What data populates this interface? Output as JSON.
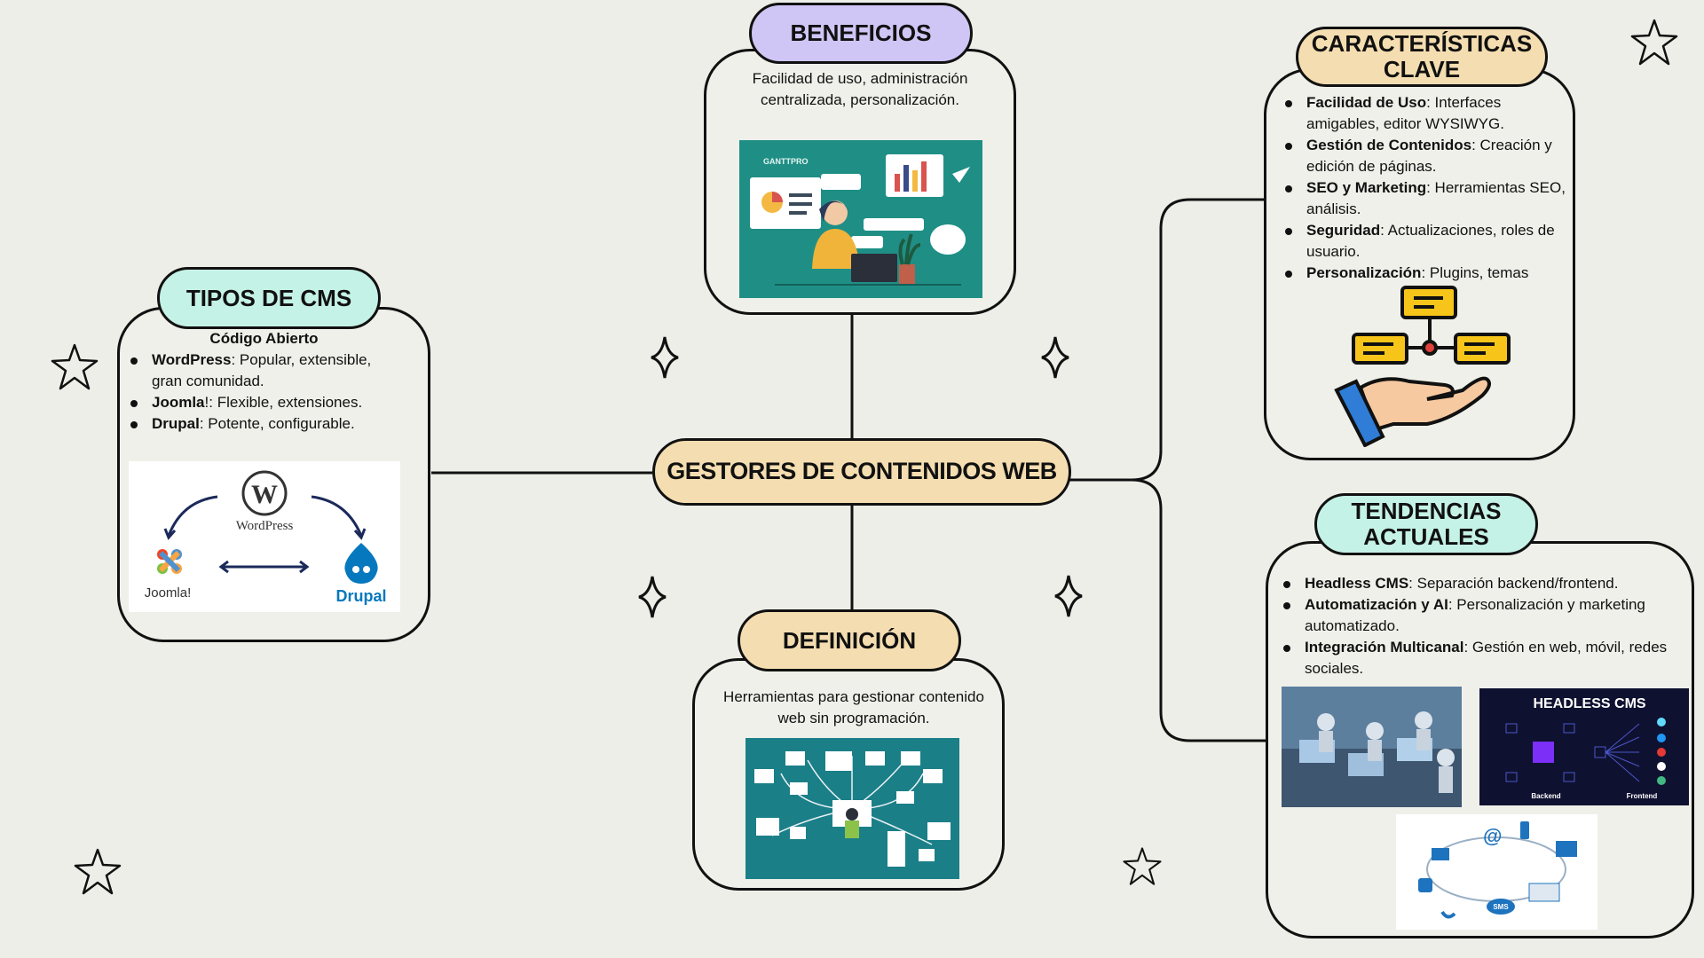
{
  "center": {
    "title": "GESTORES DE CONTENIDOS WEB"
  },
  "beneficios": {
    "title": "BENEFICIOS",
    "text": "Facilidad de uso, administración centralizada, personalización.",
    "image": {
      "brand": "GANTTPRO"
    }
  },
  "tipos": {
    "title": "TIPOS DE CMS",
    "subtitle": "Código Abierto",
    "items": [
      {
        "name": "WordPress",
        "desc": ": Popular, extensible, gran comunidad."
      },
      {
        "name": "Joomla",
        "desc": "!: Flexible, extensiones."
      },
      {
        "name": "Drupal",
        "desc": ": Potente, configurable."
      }
    ],
    "image": {
      "wordpress": "WordPress",
      "joomla": "Joomla!",
      "drupal": "Drupal"
    }
  },
  "definicion": {
    "title": "DEFINICIÓN",
    "text": "Herramientas para gestionar contenido web sin programación."
  },
  "caracteristicas": {
    "title_line1": "CARACTERÍSTICAS",
    "title_line2": "CLAVE",
    "items": [
      {
        "name": "Facilidad de Uso",
        "desc": ": Interfaces amigables, editor WYSIWYG."
      },
      {
        "name": "Gestión de Contenidos",
        "desc": ": Creación y edición de páginas."
      },
      {
        "name": "SEO y Marketing",
        "desc": ": Herramientas SEO, análisis."
      },
      {
        "name": "Seguridad",
        "desc": ": Actualizaciones, roles de usuario."
      },
      {
        "name": "Personalización",
        "desc": ": Plugins, temas"
      }
    ]
  },
  "tendencias": {
    "title_line1": "TENDENCIAS",
    "title_line2": "ACTUALES",
    "items": [
      {
        "name": "Headless CMS",
        "desc": ": Separación backend/frontend."
      },
      {
        "name": "Automatización y AI",
        "desc": ": Personalización y marketing automatizado."
      },
      {
        "name": "Integración Multicanal",
        "desc": ": Gestión en web, móvil, redes sociales."
      }
    ],
    "headless_image": {
      "title": "HEADLESS CMS",
      "backend": "Backend",
      "frontend": "Frontend"
    },
    "multichannel_image": {
      "at": "@",
      "sms": "SMS"
    }
  },
  "colors": {
    "background": "#eeeee8",
    "purple_pill": "#cfc6f5",
    "mint_pill": "#c5f2e6",
    "sand_pill": "#f4ddb0",
    "teal_image": "#1f8f86"
  },
  "icons": [
    "sparkle-icon",
    "star-outline-icon",
    "hand-network-icon",
    "wordpress-logo",
    "joomla-logo",
    "drupal-logo"
  ]
}
